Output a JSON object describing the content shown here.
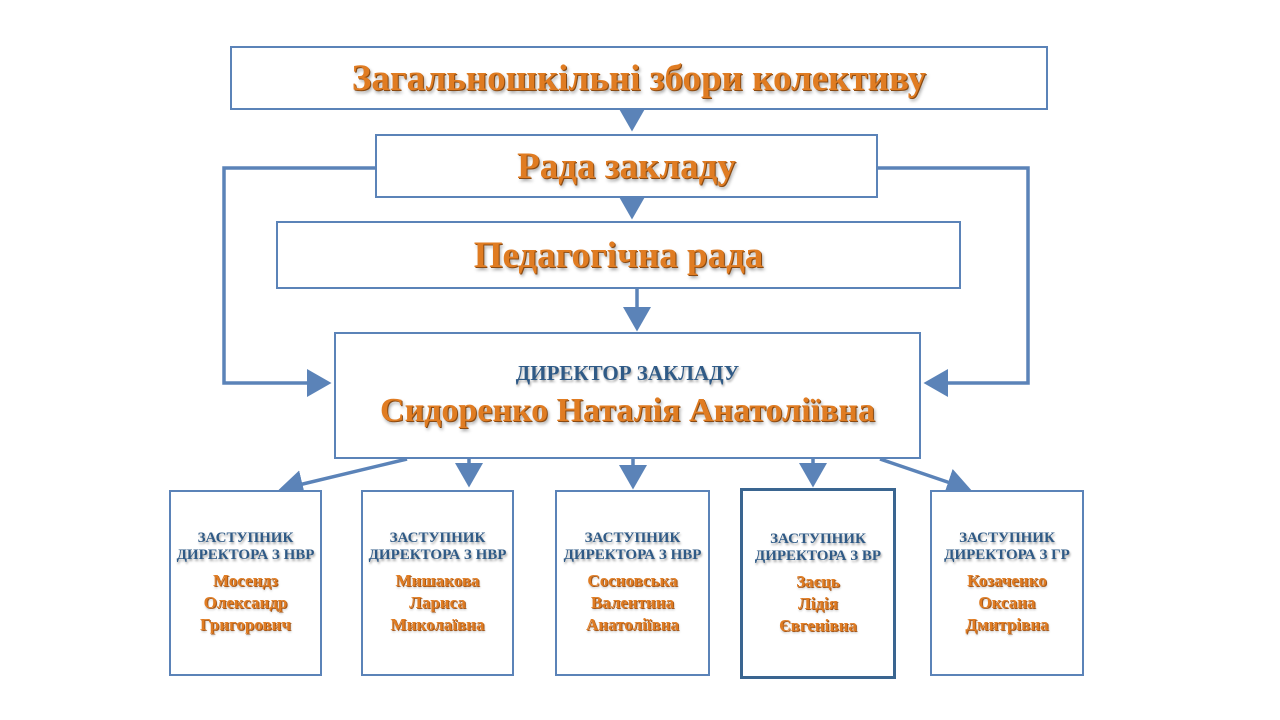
{
  "top": {
    "general_meeting": "Загальношкільні збори колективу",
    "institution_council": "Рада закладу",
    "pedagogical_council": "Педагогічна рада"
  },
  "director": {
    "title": "ДИРЕКТОР ЗАКЛАДУ",
    "name": "Сидоренко Наталія Анатоліївна"
  },
  "deputies": [
    {
      "title": "ЗАСТУПНИК ДИРЕКТОРА З НВР",
      "name": [
        "Мосендз",
        "Олександр",
        "Григорович"
      ]
    },
    {
      "title": "ЗАСТУПНИК ДИРЕКТОРА З НВР",
      "name": [
        "Мишакова",
        "Лариса",
        "Миколаївна"
      ]
    },
    {
      "title": "ЗАСТУПНИК ДИРЕКТОРА З НВР",
      "name": [
        "Сосновська",
        "Валентина",
        "Анатоліївна"
      ]
    },
    {
      "title": "ЗАСТУПНИК ДИРЕКТОРА З ВР",
      "name": [
        "Заєць",
        "Лідія",
        "Євгенівна"
      ]
    },
    {
      "title": "ЗАСТУПНИК ДИРЕКТОРА З ГР",
      "name": [
        "Козаченко",
        "Оксана",
        "Дмитрівна"
      ]
    }
  ],
  "colors": {
    "box_border": "#5b83b8",
    "arrow": "#5b83b8",
    "name_text": "#e07c22",
    "title_text": "#2f5a86"
  }
}
